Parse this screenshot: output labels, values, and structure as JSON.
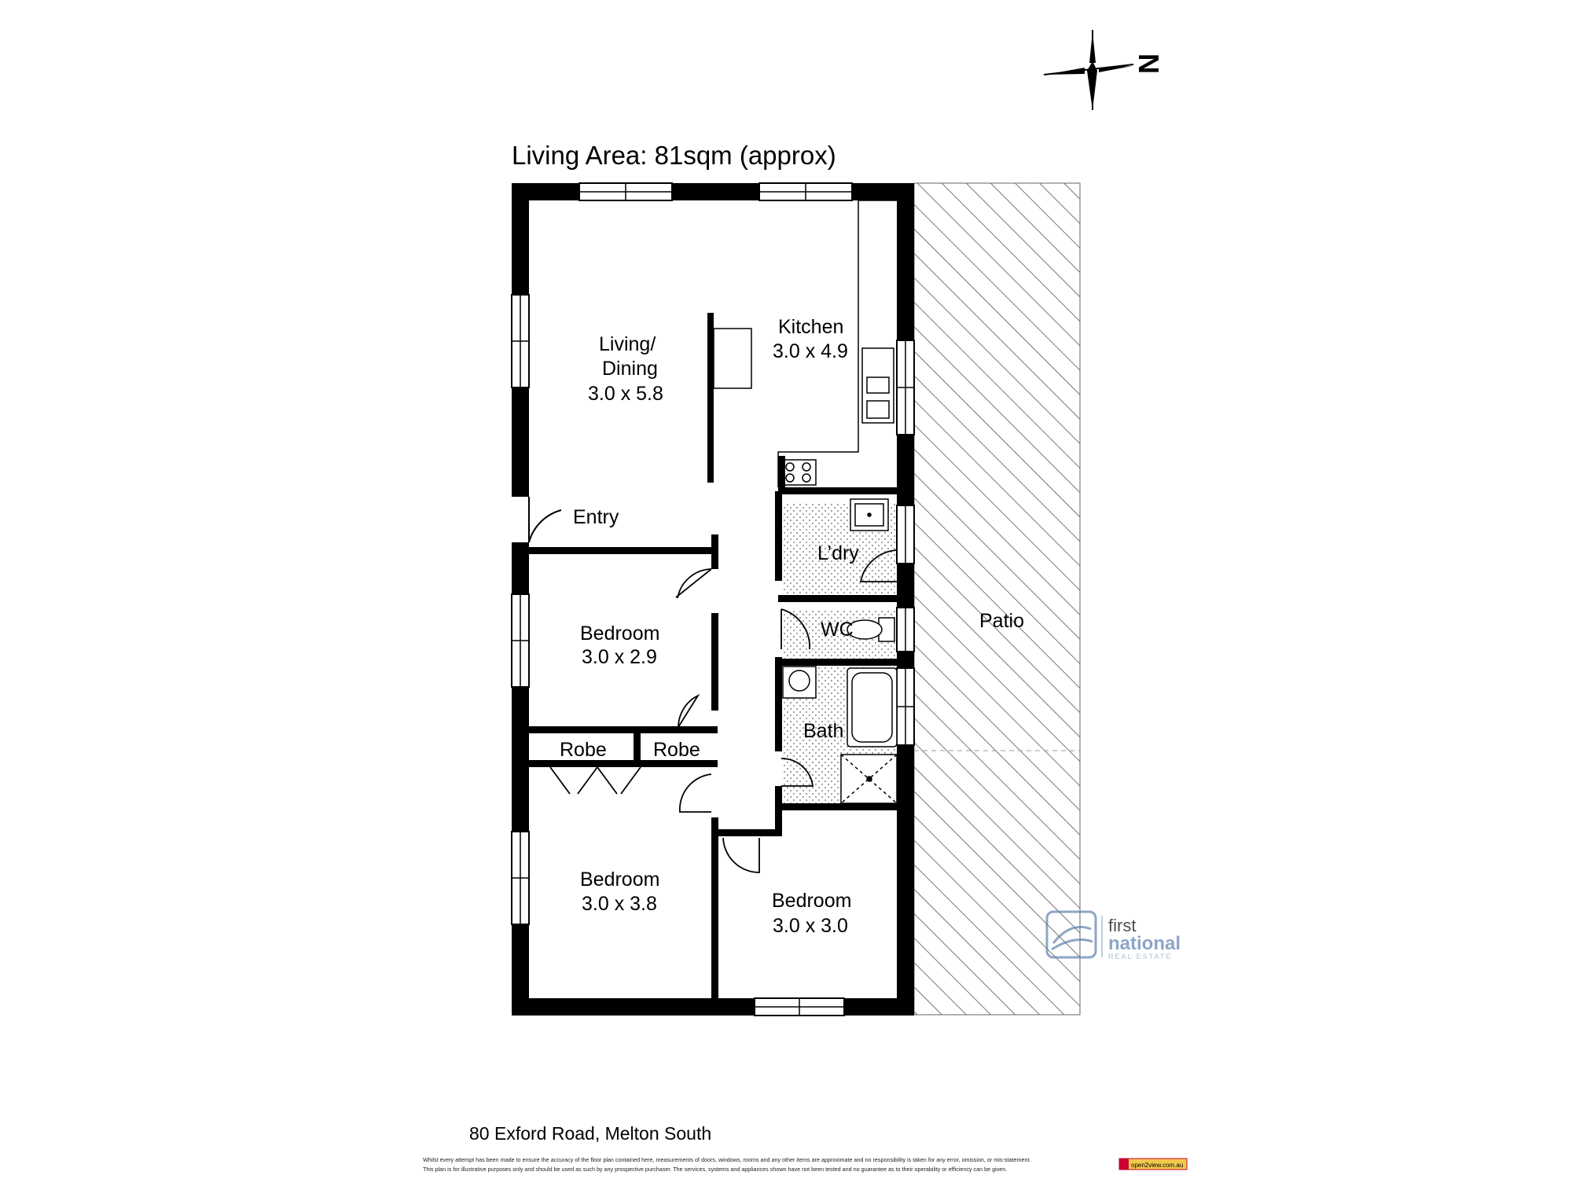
{
  "title": "Living Area: 81sqm (approx)",
  "address": "80 Exford Road, Melton South",
  "compass_label": "N",
  "rooms": {
    "living": {
      "name_line1": "Living/",
      "name_line2": "Dining",
      "size": "3.0 x 5.8"
    },
    "kitchen": {
      "name": "Kitchen",
      "size": "3.0 x 4.9"
    },
    "entry": {
      "name": "Entry"
    },
    "laundry": {
      "name": "L’dry"
    },
    "wc": {
      "name": "WC"
    },
    "bath": {
      "name": "Bath"
    },
    "patio": {
      "name": "Patio"
    },
    "bedroom1": {
      "name": "Bedroom",
      "size": "3.0 x 2.9"
    },
    "bedroom2": {
      "name": "Bedroom",
      "size": "3.0 x 3.8"
    },
    "bedroom3": {
      "name": "Bedroom",
      "size": "3.0 x 3.0"
    },
    "robe1": {
      "name": "Robe"
    },
    "robe2": {
      "name": "Robe"
    }
  },
  "logo": {
    "line1": "first",
    "line2": "national",
    "line3": "REAL ESTATE"
  },
  "badge": {
    "text": "open2view.com.au"
  },
  "disclaimer": {
    "line1": "Whilst every attempt has been made to ensure the accuracy of the floor plan contained here, measurements of doors, windows, rooms and any other items are approximate and no responsibility is taken for any error, omission, or mis-statement.",
    "line2": "This plan is for illustrative purposes only and should be used as such by any prospective purchaser. The services, systems and appliances shown have not been tested and no guarantee as to their operability or efficiency can be given."
  },
  "colors": {
    "wall": "#000000",
    "patio_hatch": "#555555",
    "wet_area_dots": "#9a9a9a",
    "logo": "#5d7fae"
  }
}
